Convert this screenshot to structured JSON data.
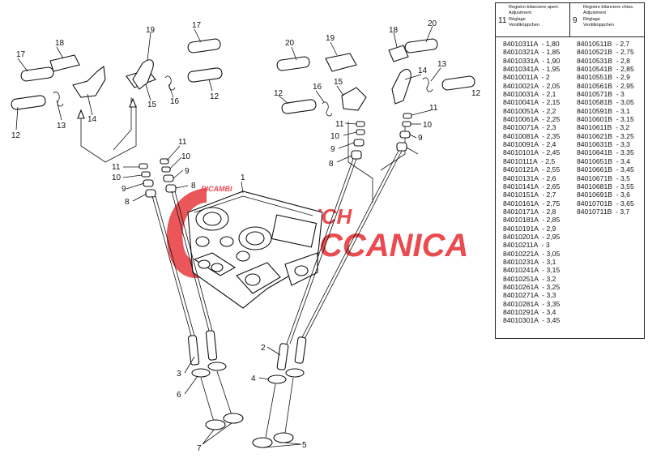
{
  "diagram": {
    "part_labels": {
      "l1": "1",
      "l2": "2",
      "l3": "3",
      "l4": "4",
      "l5": "5",
      "l6": "6",
      "l7": "7",
      "l8a": "8",
      "l8b": "8",
      "l8c": "8",
      "l9a": "9",
      "l9b": "9",
      "l9c": "9",
      "l9d": "9",
      "l10a": "10",
      "l10b": "10",
      "l10c": "10",
      "l10d": "10",
      "l11a": "11",
      "l11b": "11",
      "l11c": "11",
      "l11d": "11",
      "l12a": "12",
      "l12b": "12",
      "l12c": "12",
      "l12d": "12",
      "l13a": "13",
      "l13b": "13",
      "l14a": "14",
      "l14b": "14",
      "l15a": "15",
      "l15b": "15",
      "l16a": "16",
      "l16b": "16",
      "l17a": "17",
      "l17b": "17",
      "l18a": "18",
      "l18b": "18",
      "l19a": "19",
      "l19b": "19",
      "l20a": "20",
      "l20b": "20"
    },
    "watermark": {
      "line1": "RICAMBI",
      "line2": "ARCI RICH",
      "line3": "MECCANICA",
      "color": "#e8383d"
    }
  },
  "table": {
    "header_left": {
      "number": "11",
      "lines": [
        "Registro bilanciere apert.",
        "Adjustment",
        "Réglage",
        "Ventilköppchen"
      ]
    },
    "header_right": {
      "number": "9",
      "lines": [
        "Registro bilanciere chius.",
        "Adjustment",
        "Réglage",
        "Ventilköppchen"
      ]
    },
    "left_rows": [
      "84010311A  - 1,80",
      "84010321A  - 1,85",
      "84010331A  - 1,90",
      "84010341A  - 1,95",
      "84010011A  - 2",
      "84010021A  - 2,05",
      "84010031A  - 2,1",
      "84010041A  - 2,15",
      "84010051A  - 2,2",
      "84010061A  - 2,25",
      "84010071A  - 2,3",
      "84010081A  - 2,35",
      "84010091A  - 2,4",
      "84010101A  - 2,45",
      "84010111A  - 2,5",
      "84010121A  - 2,55",
      "84010131A  - 2,6",
      "84010141A  - 2,65",
      "84010151A  - 2,7",
      "84010161A  - 2,75",
      "84010171A  - 2,8",
      "84010181A  - 2,85",
      "84010191A  - 2,9",
      "84010201A  - 2,95",
      "84010211A  - 3",
      "84010221A  - 3,05",
      "84010231A  - 3,1",
      "84010241A  - 3,15",
      "84010251A  - 3,2",
      "84010261A  - 3,25",
      "84010271A  - 3,3",
      "84010281A  - 3,35",
      "84010291A  - 3,4",
      "84010301A  - 3,45"
    ],
    "right_rows": [
      "84010511B  - 2,7",
      "84010521B  - 2,75",
      "84010531B  - 2,8",
      "84010541B  - 2,85",
      "84010551B  - 2,9",
      "84010561B  - 2,95",
      "84010571B  - 3",
      "84010581B  - 3,05",
      "84010591B  - 3,1",
      "84010601B  - 3,15",
      "84010611B  - 3,2",
      "84010621B  - 3,25",
      "84010631B  - 3,3",
      "84010641B  - 3,35",
      "84010651B  - 3,4",
      "84010661B  - 3,45",
      "84010671B  - 3,5",
      "84010681B  - 3,55",
      "84010691B  - 3,6",
      "84010701B  - 3,65",
      "84010711B  - 3,7"
    ]
  }
}
